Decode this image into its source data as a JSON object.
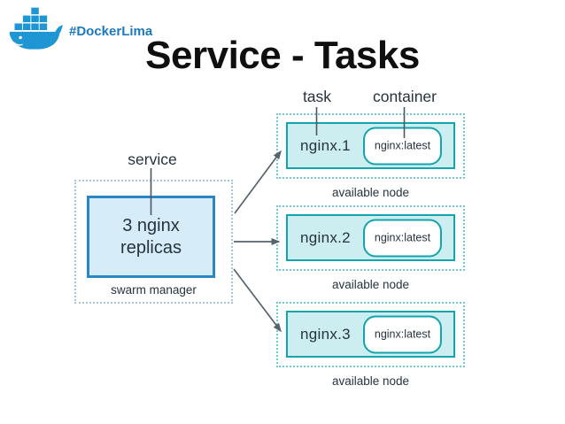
{
  "header": {
    "logo": "docker-whale-icon",
    "hashtag": "#DockerLima"
  },
  "title": "Service - Tasks",
  "diagram": {
    "service_label": "service",
    "service_box": "3 nginx replicas",
    "service_caption": "swarm manager",
    "task_label": "task",
    "container_label": "container",
    "tasks": [
      {
        "name": "nginx.1",
        "image": "nginx:latest",
        "caption": "available node"
      },
      {
        "name": "nginx.2",
        "image": "nginx:latest",
        "caption": "available node"
      },
      {
        "name": "nginx.3",
        "image": "nginx:latest",
        "caption": "available node"
      }
    ],
    "colors": {
      "docker_blue": "#1e96d4",
      "hashtag_blue": "#1a7abd",
      "service_border": "#2b86c6",
      "service_fill": "#d6ecf9",
      "service_dotted": "#a3c6e1",
      "task_border": "#12a5ad",
      "task_fill": "#cdeef1",
      "task_dotted": "#70cbd3",
      "text_dark": "#26333f",
      "arrow": "#56626e"
    }
  }
}
